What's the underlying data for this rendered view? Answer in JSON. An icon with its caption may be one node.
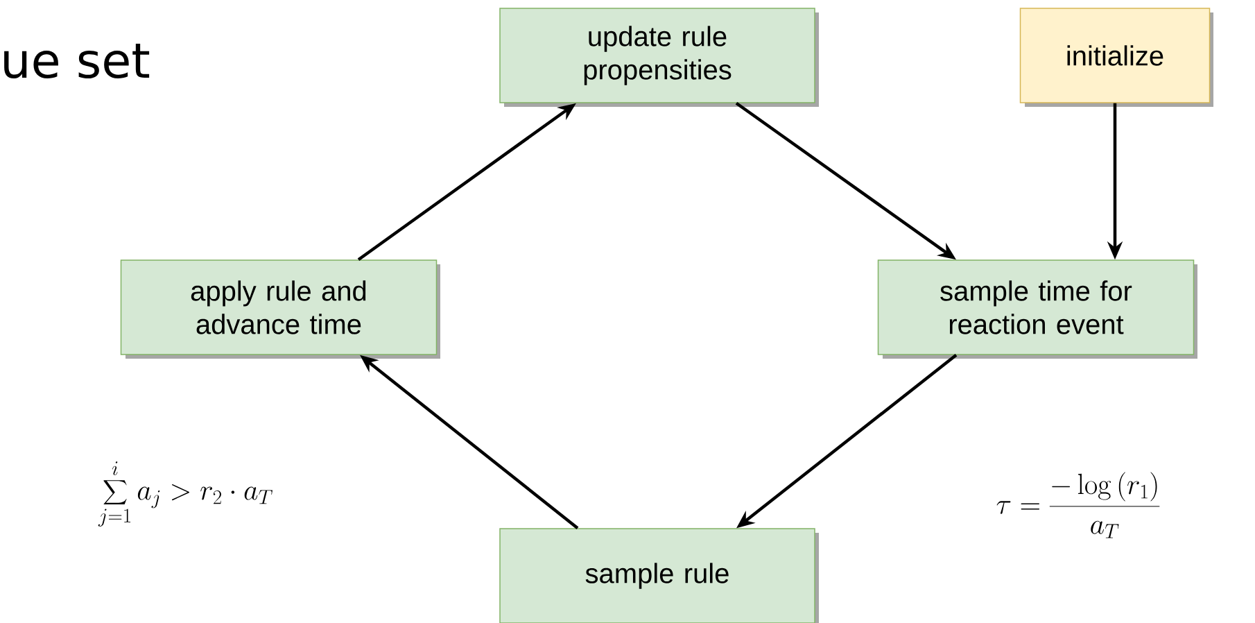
{
  "diagram": {
    "nodes": [
      {
        "text": [
          "update rule propensities"
        ]
      },
      {
        "text": [
          "initialize"
        ]
      },
      {
        "text": [
          "apply rule and advance time"
        ]
      },
      {
        "text": [
          "sample time for reaction event"
        ]
      },
      {
        "text": [
          "sample rule"
        ]
      }
    ],
    "edges": [
      {
        "from": 2,
        "to": 0,
        "arrow": "to"
      },
      {
        "from": 0,
        "to": 3,
        "arrow": "to"
      },
      {
        "from": 1,
        "to": 3,
        "arrow": "to"
      },
      {
        "from": 3,
        "to": 4,
        "arrow": "to"
      },
      {
        "from": 4,
        "to": 2,
        "arrow": "to"
      }
    ],
    "labels": [
      "ue set",
      "\\sum_{j=1}^{i} a_j > r_2 \\cdot a_T",
      "\\tau = \\frac{-\\log\\left(r_1\\right)}{a_T}"
    ]
  }
}
